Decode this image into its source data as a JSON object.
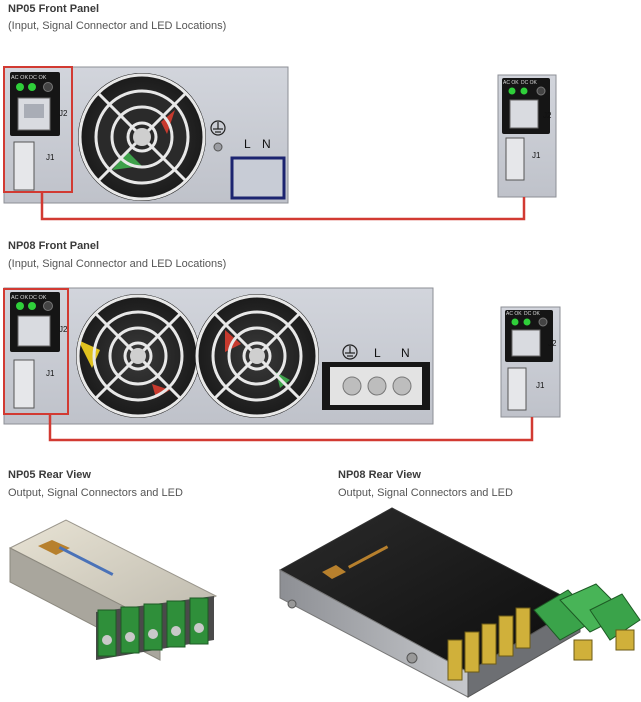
{
  "np05_front": {
    "title": "NP05 Front Panel",
    "subtitle": "(Input, Signal Connector and LED Locations)"
  },
  "np08_front": {
    "title": "NP08 Front Panel",
    "subtitle": "(Input, Signal Connector and LED Locations)"
  },
  "np05_rear": {
    "title": "NP05 Rear View",
    "subtitle": "Output, Signal Connectors and LED"
  },
  "np08_rear": {
    "title": "NP08 Rear View",
    "subtitle": "Output, Signal Connectors and LED"
  },
  "labels": {
    "led_ac_ok": "AC OK",
    "led_dc_ok": "DC OK",
    "j1": "J1",
    "j2": "J2",
    "line": "L",
    "neutral": "N"
  },
  "colors": {
    "callout": "#d23a32",
    "panel": "#c9ccd4",
    "led": "#2fcf3a",
    "terminal_frame": "#1c2470"
  }
}
